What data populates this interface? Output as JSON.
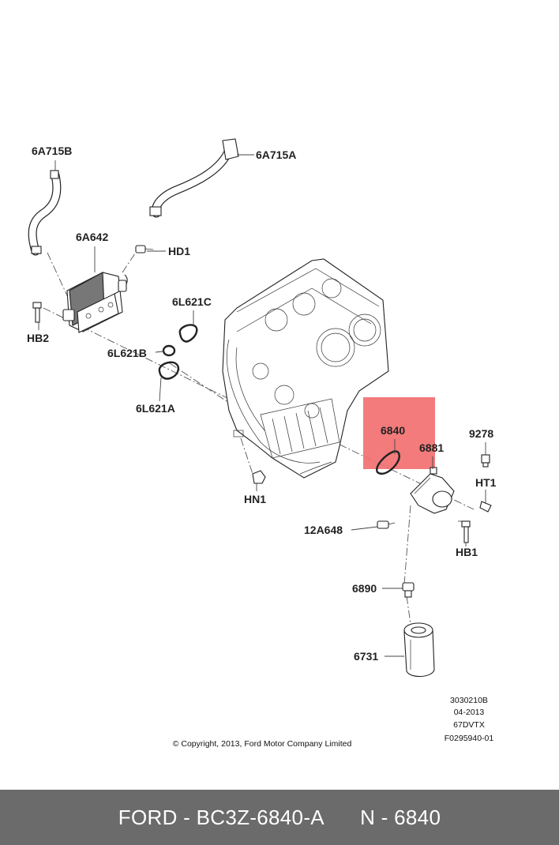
{
  "diagram": {
    "callouts": {
      "c6A715B": "6A715B",
      "c6A715A": "6A715A",
      "c6A642": "6A642",
      "cHD1": "HD1",
      "cHB2": "HB2",
      "c6L621C": "6L621C",
      "c6L621B": "6L621B",
      "c6L621A": "6L621A",
      "c6840": "6840",
      "c6881": "6881",
      "c9278": "9278",
      "cHT1": "HT1",
      "cHN1": "HN1",
      "c12A648": "12A648",
      "cHB1": "HB1",
      "c6890": "6890",
      "c6731": "6731"
    },
    "highlight_color": "#f26d6d",
    "meta": {
      "code": "3030210B",
      "date": "04-2013",
      "variant": "67DVTX",
      "figure": "F0295940-01"
    },
    "copyright": "© Copyright, 2013, Ford Motor Company Limited"
  },
  "footer": {
    "part_text": "FORD - BC3Z-6840-A",
    "ref_text": "N - 6840"
  }
}
